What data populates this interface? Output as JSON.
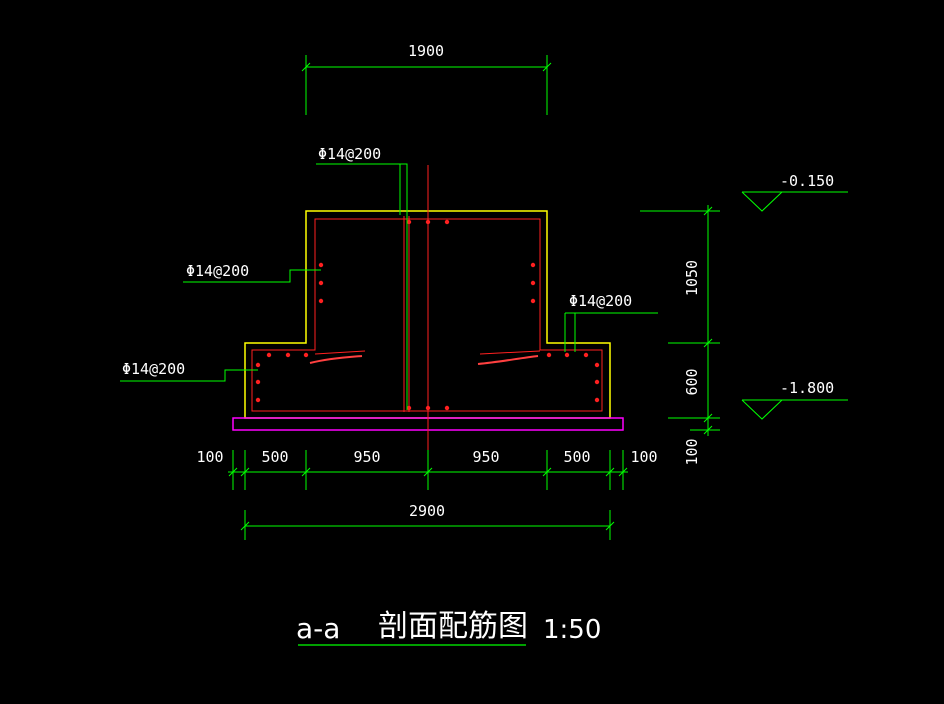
{
  "dimensions": {
    "top_width": "1900",
    "height_upper": "1050",
    "height_lower": "600",
    "height_cushion": "100",
    "seg_left_cushion": "100",
    "seg_left_step": "500",
    "seg_left_mid": "950",
    "seg_right_mid": "950",
    "seg_right_step": "500",
    "seg_right_cushion": "100",
    "total_width": "2900"
  },
  "elevations": {
    "top": "-0.150",
    "bottom": "-1.800"
  },
  "rebar_labels": {
    "column_vertical": "Φ14@200",
    "column_side": "Φ14@200",
    "step_right": "Φ14@200",
    "base_left": "Φ14@200"
  },
  "title": {
    "section": "a-a",
    "name": "剖面配筋图",
    "scale": "1:50"
  },
  "colors": {
    "background": "#000000",
    "concrete_outline": "#ffff00",
    "rebar": "#ff2020",
    "dimension": "#00ff00",
    "cushion": "#ff00ff",
    "text": "#ffffff"
  }
}
